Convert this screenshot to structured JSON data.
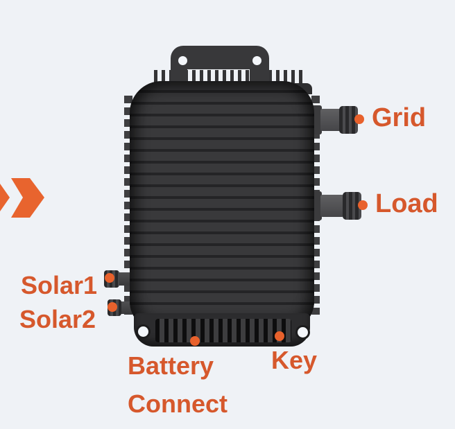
{
  "colors": {
    "background": "#eff2f6",
    "accent_text": "#d6582c",
    "accent_marker": "#e8612c",
    "device_body": "#323234"
  },
  "icons": {
    "chevrons": "double-chevron-right-icon"
  },
  "labels": {
    "grid": "Grid",
    "load": "Load",
    "solar1": "Solar1",
    "solar2": "Solar2",
    "battery_line1": "Battery",
    "battery_line2": "Connect",
    "key": "Key"
  }
}
